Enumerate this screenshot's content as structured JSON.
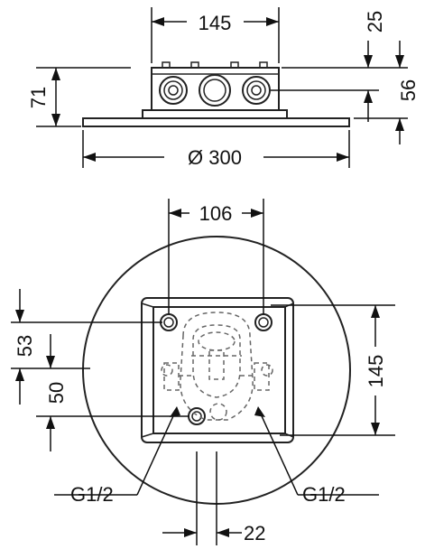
{
  "dimensions": {
    "top_width": "145",
    "top_depth": "25",
    "height_71": "71",
    "height_56": "56",
    "diameter": "Ø 300",
    "inner_width": "106",
    "left_53": "53",
    "left_50": "50",
    "right_145": "145",
    "bottom_22": "22",
    "thread_left": "G1/2",
    "thread_right": "G1/2"
  },
  "colors": {
    "stroke": "#222222",
    "hidden": "#666666",
    "fill": "#ffffff"
  }
}
